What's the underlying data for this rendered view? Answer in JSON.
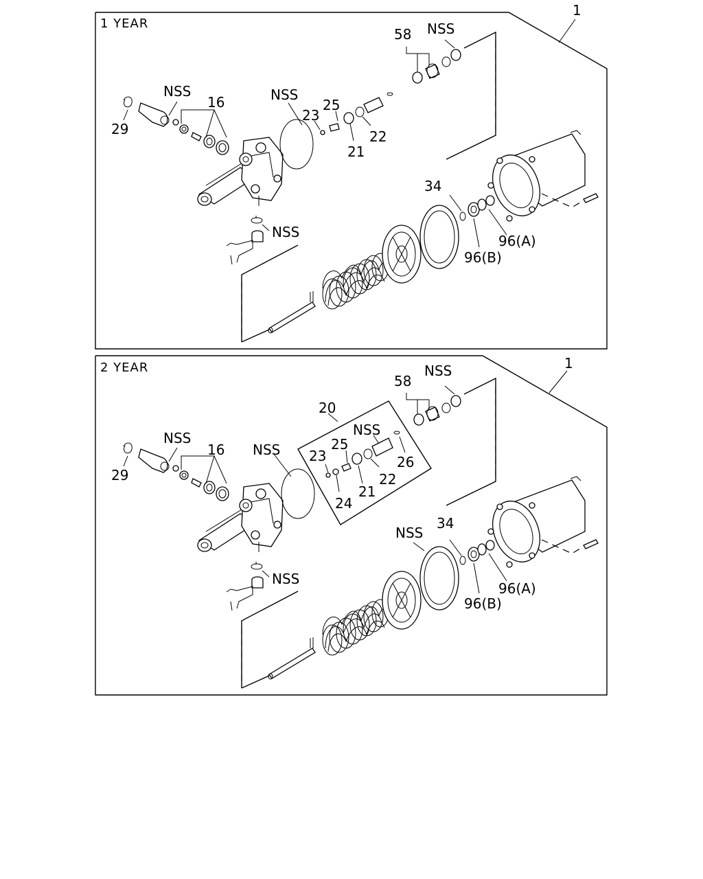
{
  "panels": [
    {
      "title": "1 YEAR",
      "labels": {
        "assembly": "1",
        "seal_kit": "16",
        "washer": "21",
        "ring": "22",
        "ball": "23",
        "spring": "25",
        "snap_ring": "29",
        "oring": "34",
        "valve_set": "58",
        "nut_a": "96(A)",
        "nut_b": "96(B)",
        "nss_front": "NSS",
        "nss_oring": "NSS",
        "nss_top": "NSS",
        "nss_fitting": "NSS"
      }
    },
    {
      "title": "2 YEAR",
      "labels": {
        "assembly": "1",
        "seal_kit": "16",
        "valve_kit": "20",
        "washer": "21",
        "ring": "22",
        "ball": "23",
        "seat": "24",
        "spring": "25",
        "pin": "26",
        "snap_ring": "29",
        "oring": "34",
        "valve_set": "58",
        "nut_a": "96(A)",
        "nut_b": "96(B)",
        "nss_front": "NSS",
        "nss_oring": "NSS",
        "nss_top": "NSS",
        "nss_plunger": "NSS",
        "nss_seal": "NSS",
        "nss_fitting": "NSS"
      }
    }
  ]
}
